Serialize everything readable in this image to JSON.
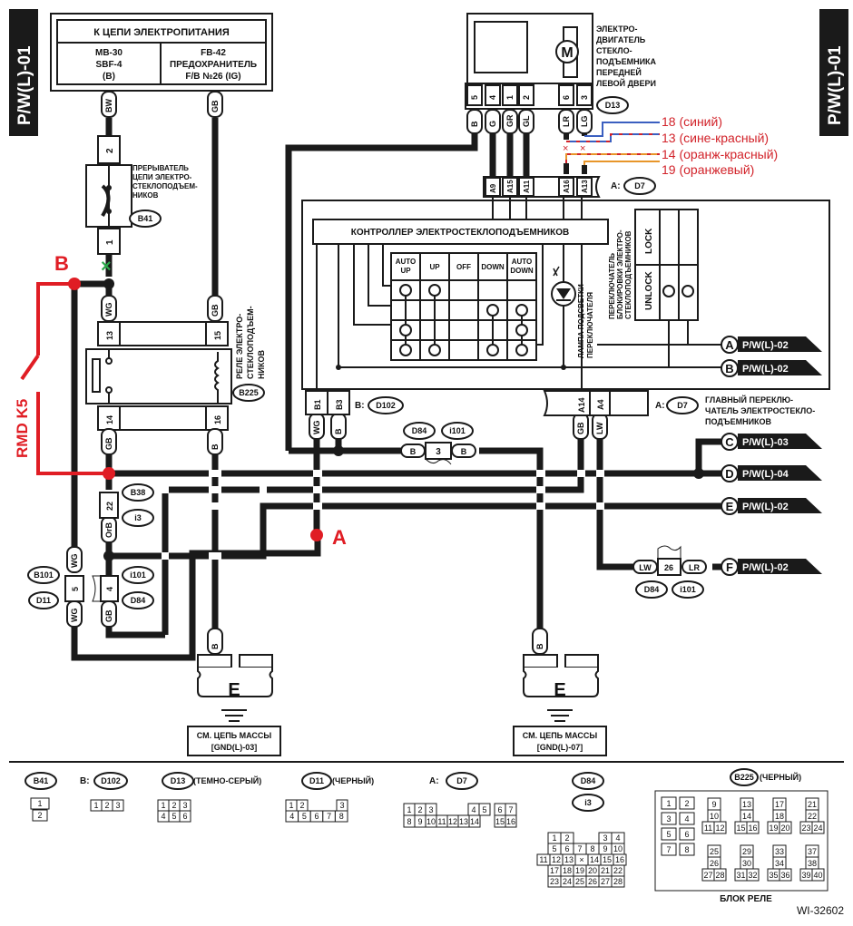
{
  "page_tags": {
    "left": "P/W(L)-01",
    "right": "P/W(L)-01"
  },
  "power": {
    "title": "К ЦЕПИ ЭЛЕКТРОПИТАНИЯ",
    "left": [
      "MB-30",
      "SBF-4",
      "(B)"
    ],
    "right": [
      "FB-42",
      "ПРЕДОХРАНИТЕЛЬ",
      "F/B №26 (IG)"
    ]
  },
  "breaker": {
    "label": [
      "ПРЕРЫВАТЕЛЬ",
      "ЦЕПИ ЭЛЕКТРО-",
      "СТЕКЛОПОДЪЕМ-",
      "НИКОВ"
    ],
    "connector": "B41",
    "pins": [
      "2",
      "1"
    ]
  },
  "relay": {
    "label": [
      "РЕЛЕ ЭЛЕКТРО-",
      "СТЕКЛОПОДЪЕМ-",
      "НИКОВ"
    ],
    "connector": "B225",
    "pins": [
      "13",
      "15",
      "14",
      "16"
    ]
  },
  "motor": {
    "label": [
      "ЭЛЕКТРО-",
      "ДВИГАТЕЛЬ",
      "СТЕКЛО-",
      "ПОДЪЕМНИКА",
      "ПЕРЕДНЕЙ",
      "ЛЕВОЙ ДВЕРИ"
    ],
    "connector": "D13",
    "pins": [
      "5",
      "4",
      "1",
      "2",
      "6",
      "3"
    ],
    "wires": [
      "B",
      "G",
      "GR",
      "GL",
      "LR",
      "LG"
    ],
    "symbol": "M"
  },
  "annotations": {
    "wires": [
      "18 (синий)",
      "13 (сине-красный)",
      "14 (оранж-красный)",
      "19 (оранжевый)"
    ],
    "colors": {
      "blue": "#3b5fc0",
      "red": "#d2232a",
      "orange": "#e8962a",
      "green": "#2aa84a"
    },
    "point_a": "A",
    "point_b": "B",
    "rmd": "RMD K5"
  },
  "main_switch": {
    "connector_a": "D7",
    "connector_b": "D102",
    "prefix_a": "A:",
    "prefix_b": "B:",
    "top_pins": [
      "A9",
      "A15",
      "A11",
      "A16",
      "A13"
    ],
    "bottom_pins_b": [
      "B1",
      "B3"
    ],
    "bottom_pins_a": [
      "A14",
      "A4"
    ],
    "bottom_wires": [
      "WG",
      "B",
      "GB",
      "LW"
    ],
    "label": [
      "ГЛАВНЫЙ ПЕРЕКЛЮ-",
      "ЧАТЕЛЬ ЭЛЕКТРОСТЕКЛО-",
      "ПОДЪЕМНИКОВ"
    ],
    "controller": "КОНТРОЛЛЕР ЭЛЕКТРОСТЕКЛОПОДЪЕМНИКОВ",
    "modes": [
      "AUTO UP",
      "UP",
      "OFF",
      "DOWN",
      "AUTO DOWN"
    ],
    "lamp": [
      "ЛАМПА ПОДСВЕТКИ",
      "ПЕРЕКЛЮЧАТЕЛЯ"
    ],
    "lock_switch": [
      "ПЕРЕКЛЮЧАТЕЛЬ",
      "БЛОКИРОВКИ ЭЛЕКТРО-",
      "СТЕКЛОПОДЪЕМНИКОВ"
    ],
    "lock": "LOCK",
    "unlock": "UNLOCK"
  },
  "off_page": [
    {
      "letter": "A",
      "ref": "P/W(L)-02"
    },
    {
      "letter": "B",
      "ref": "P/W(L)-02"
    },
    {
      "letter": "C",
      "ref": "P/W(L)-03"
    },
    {
      "letter": "D",
      "ref": "P/W(L)-04"
    },
    {
      "letter": "E",
      "ref": "P/W(L)-02"
    },
    {
      "letter": "F",
      "ref": "P/W(L)-02"
    }
  ],
  "connectors": {
    "b38": "B38",
    "i3": "i3",
    "i101": "i101",
    "d84": "D84",
    "b101": "B101",
    "d11": "D11",
    "pin22": "22",
    "pin4": "4",
    "pin5": "5",
    "pin3": "3",
    "pin26": "26"
  },
  "wires": {
    "bw": "BW",
    "gb": "GB",
    "wg": "WG",
    "b": "B",
    "orb": "OrB",
    "lw": "LW",
    "lr": "LR"
  },
  "ground": [
    {
      "letter": "E",
      "ref": [
        "СМ. ЦЕПЬ МАССЫ",
        "[GND(L)-03]"
      ]
    },
    {
      "letter": "E",
      "ref": [
        "СМ. ЦЕПЬ МАССЫ",
        "[GND(L)-07]"
      ]
    }
  ],
  "legend": {
    "b41": "B41",
    "d102": "D102",
    "d102_prefix": "B:",
    "d13": "D13",
    "d13_note": "(ТЕМНО-СЕРЫЙ)",
    "d11": "D11",
    "d11_note": "(ЧЕРНЫЙ)",
    "d7": "D7",
    "d7_prefix": "A:",
    "d84": "D84",
    "i3": "i3",
    "b225": "B225",
    "b225_note": "(ЧЕРНЫЙ)",
    "relay_block": "БЛОК РЕЛЕ"
  },
  "figure_id": "WI-32602"
}
